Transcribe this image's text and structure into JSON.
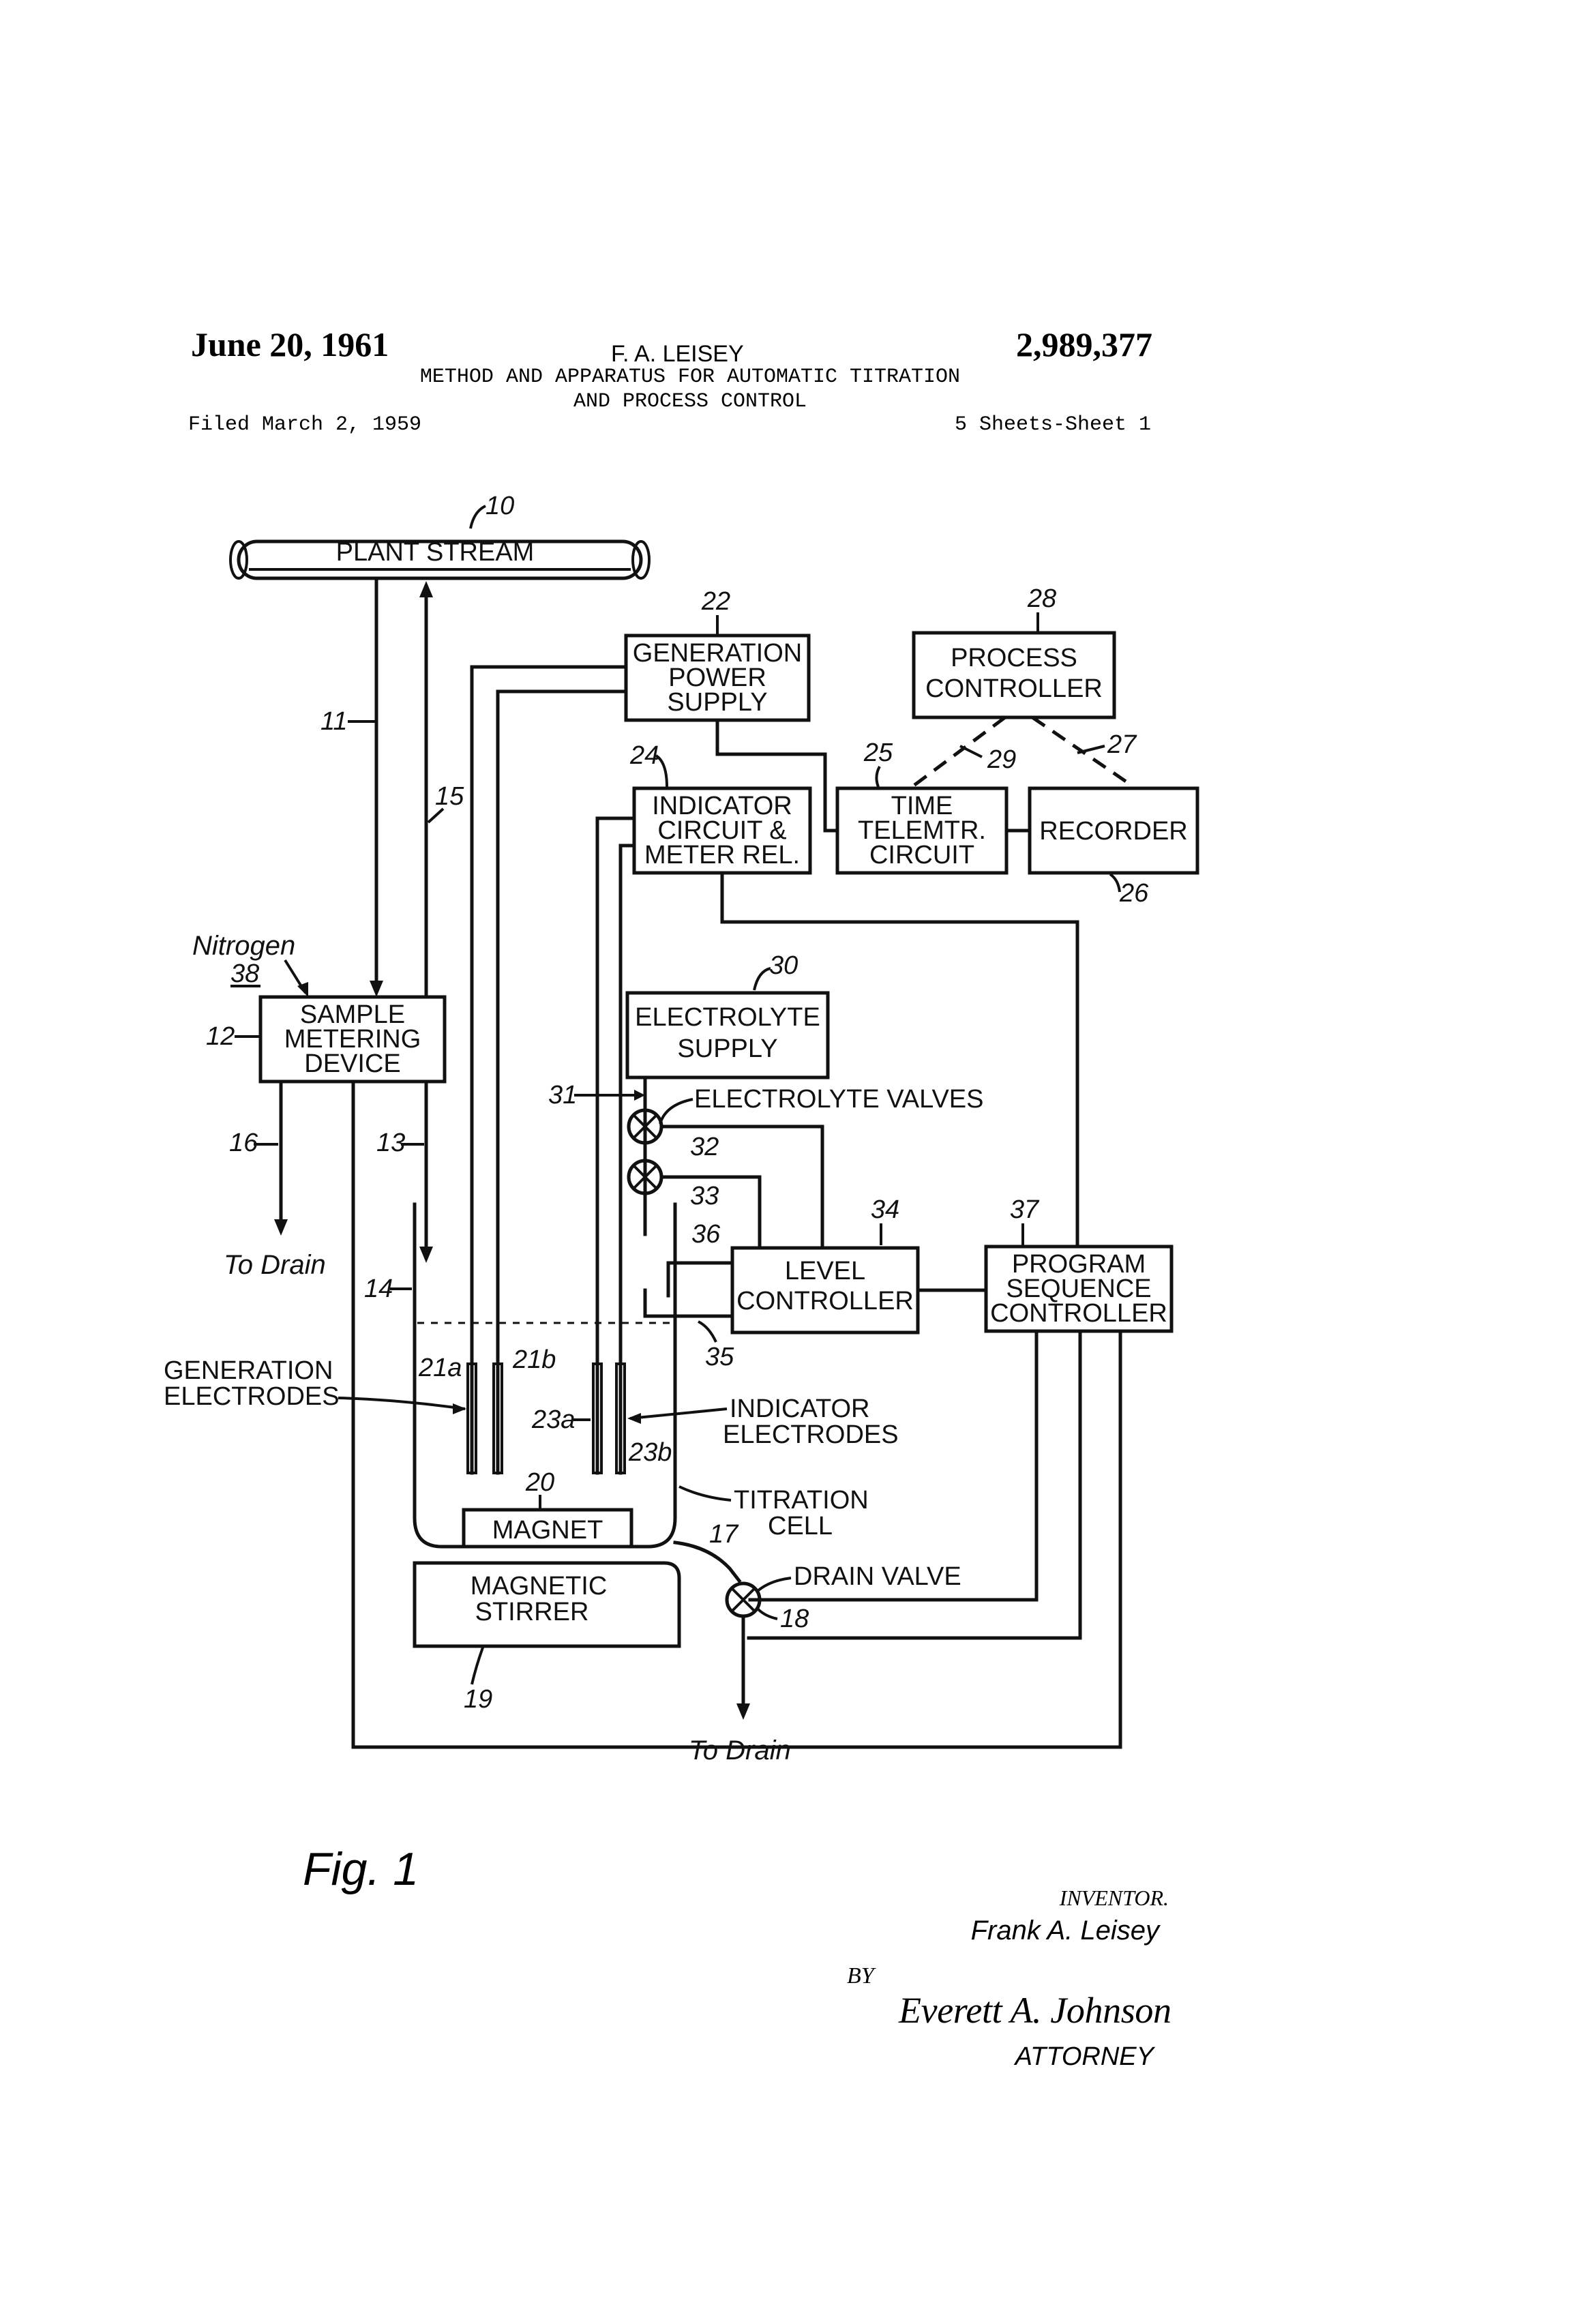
{
  "header": {
    "date": "June 20, 1961",
    "inventor_short": "F. A. LEISEY",
    "patent_number": "2,989,377",
    "title_line1": "METHOD AND APPARATUS FOR AUTOMATIC TITRATION",
    "title_line2": "AND PROCESS CONTROL",
    "filed": "Filed March 2, 1959",
    "sheet": "5 Sheets-Sheet 1"
  },
  "blocks": {
    "plant_stream": "PLANT STREAM",
    "generation_power_supply": [
      "GENERATION",
      "POWER",
      "SUPPLY"
    ],
    "process_controller": [
      "PROCESS",
      "CONTROLLER"
    ],
    "indicator_circuit": [
      "INDICATOR",
      "CIRCUIT &",
      "METER REL."
    ],
    "time_telemtr": [
      "TIME",
      "TELEMTR.",
      "CIRCUIT"
    ],
    "recorder": "RECORDER",
    "sample_metering": [
      "SAMPLE",
      "METERING",
      "DEVICE"
    ],
    "electrolyte_supply": [
      "ELECTROLYTE",
      "SUPPLY"
    ],
    "level_controller": [
      "LEVEL",
      "CONTROLLER"
    ],
    "program_sequence": [
      "PROGRAM",
      "SEQUENCE",
      "CONTROLLER"
    ],
    "magnet": "MAGNET",
    "magnetic_stirrer": [
      "MAGNETIC",
      "STIRRER"
    ]
  },
  "labels": {
    "nitrogen": "Nitrogen",
    "electrolyte_valves": "ELECTROLYTE VALVES",
    "to_drain_left": "To Drain",
    "to_drain_bottom": "To Drain",
    "generation_electrodes": [
      "GENERATION",
      "ELECTRODES"
    ],
    "indicator_electrodes": [
      "INDICATOR",
      "ELECTRODES"
    ],
    "titration_cell": [
      "TITRATION",
      "CELL"
    ],
    "drain_valve": "DRAIN VALVE"
  },
  "refs": {
    "r10": "10",
    "r11": "11",
    "r12": "12",
    "r13": "13",
    "r14": "14",
    "r15": "15",
    "r16": "16",
    "r17": "17",
    "r18": "18",
    "r19": "19",
    "r20": "20",
    "r21a": "21a",
    "r21b": "21b",
    "r22": "22",
    "r23a": "23a",
    "r23b": "23b",
    "r24": "24",
    "r25": "25",
    "r26": "26",
    "r27": "27",
    "r28": "28",
    "r29": "29",
    "r30": "30",
    "r31": "31",
    "r32": "32",
    "r33": "33",
    "r34": "34",
    "r35": "35",
    "r36": "36",
    "r37": "37",
    "r38": "38"
  },
  "footer": {
    "figure": "Fig. 1",
    "inventor_label": "INVENTOR.",
    "inventor_name": "Frank A. Leisey",
    "by": "BY",
    "signature": "Everett A. Johnson",
    "attorney": "ATTORNEY"
  }
}
